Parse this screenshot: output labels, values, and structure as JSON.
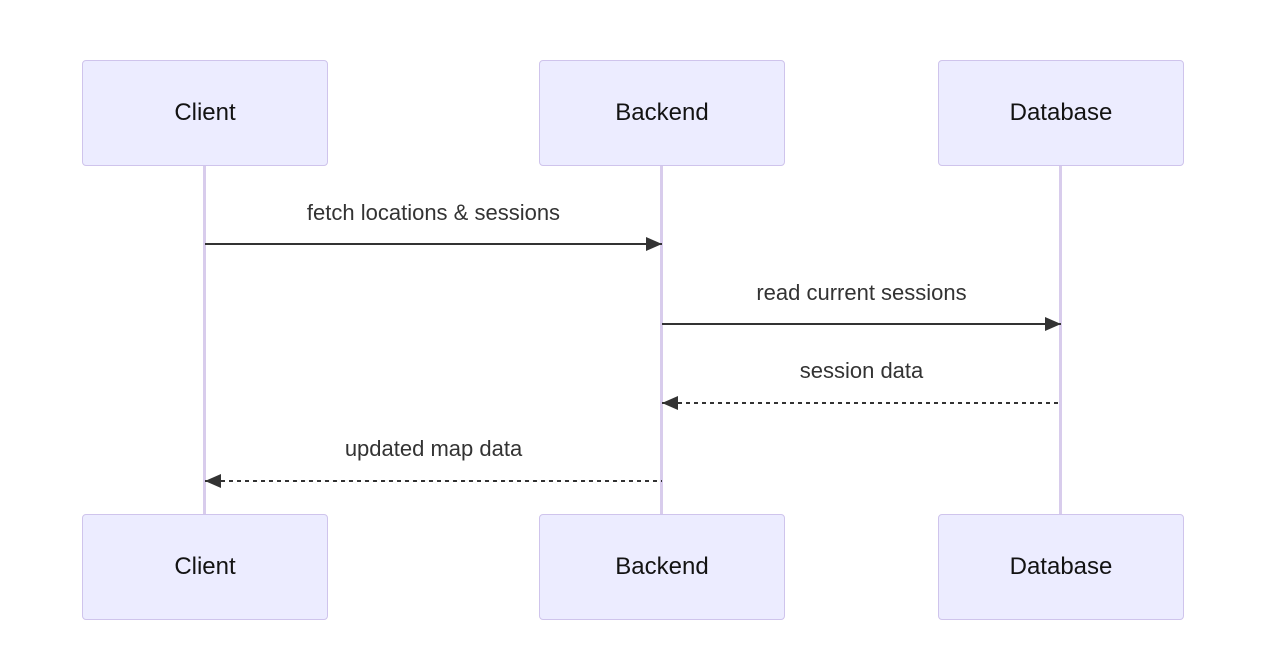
{
  "diagram": {
    "type": "sequence-diagram",
    "actors": [
      {
        "name": "Client"
      },
      {
        "name": "Backend"
      },
      {
        "name": "Database"
      }
    ],
    "messages": [
      {
        "from": "Client",
        "to": "Backend",
        "label": "fetch locations & sessions",
        "line": "solid",
        "direction": "right"
      },
      {
        "from": "Backend",
        "to": "Database",
        "label": "read current sessions",
        "line": "solid",
        "direction": "right"
      },
      {
        "from": "Database",
        "to": "Backend",
        "label": "session data",
        "line": "dashed",
        "direction": "left"
      },
      {
        "from": "Backend",
        "to": "Client",
        "label": "updated map data",
        "line": "dashed",
        "direction": "left"
      }
    ],
    "colors": {
      "background": "#FFFFFF",
      "actor_fill": "#ECECFF",
      "actor_border": "#CFC4EC",
      "lifeline": "#D8CCEC",
      "message": "#333333"
    }
  }
}
